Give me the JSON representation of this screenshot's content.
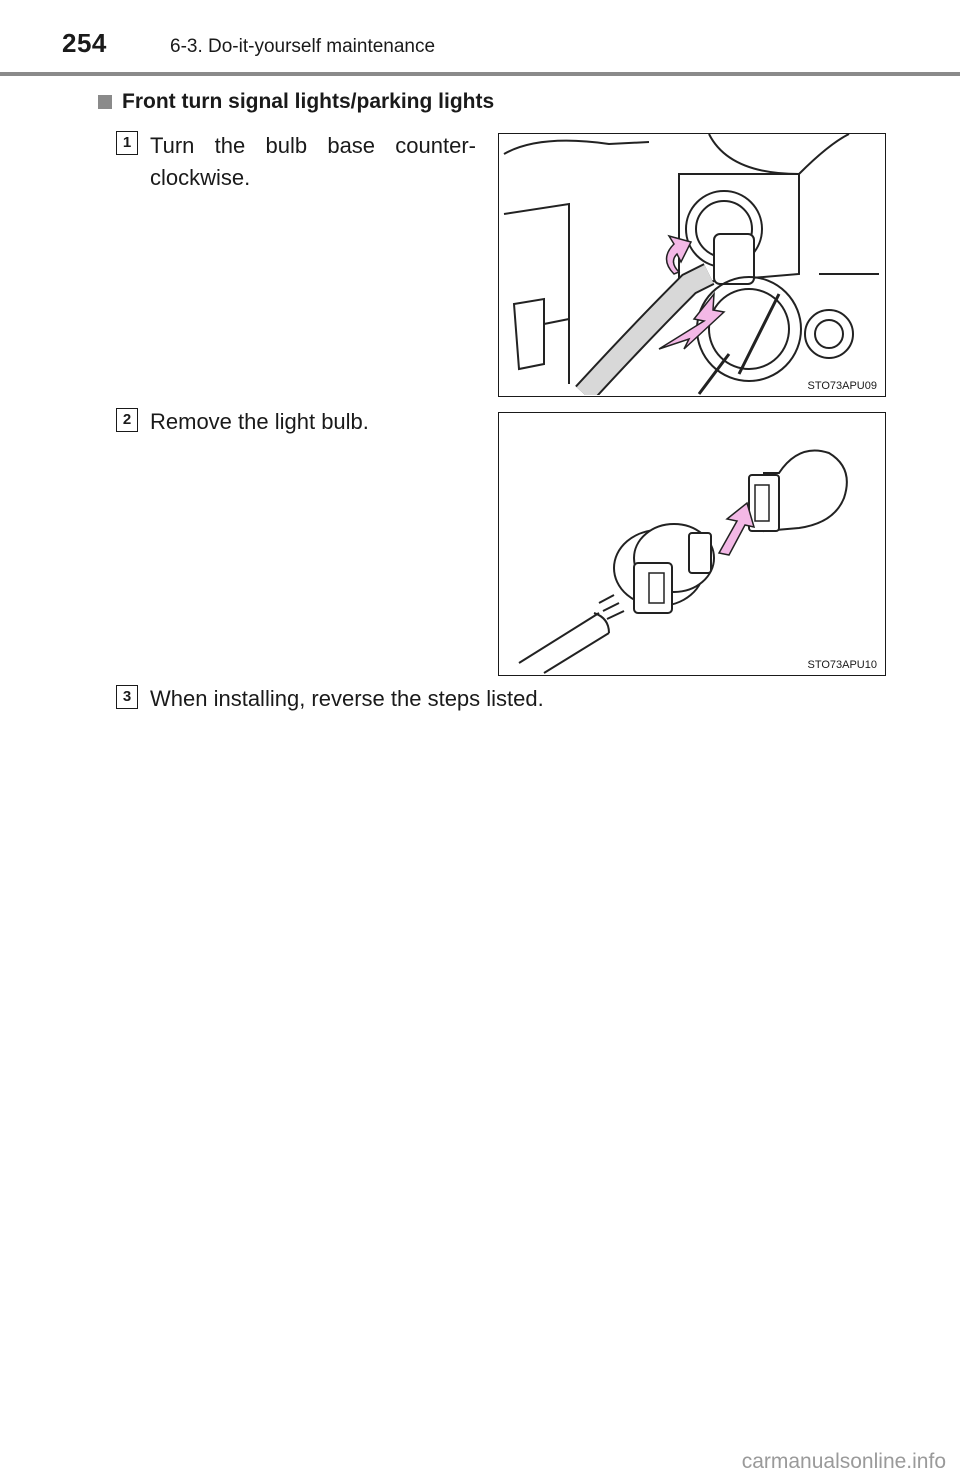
{
  "header": {
    "page_number": "254",
    "section": "6-3. Do-it-yourself maintenance"
  },
  "heading": "Front turn signal lights/parking lights",
  "steps": [
    {
      "number": "1",
      "text_line1": "Turn the bulb base counter-",
      "text_line2": "clockwise.",
      "figure_code": "STO73APU09"
    },
    {
      "number": "2",
      "text": "Remove the light bulb.",
      "figure_code": "STO73APU10"
    },
    {
      "number": "3",
      "text": "When installing, reverse the steps listed."
    }
  ],
  "watermark": "carmanualsonline.info",
  "colors": {
    "arrow": "#f3b8e6",
    "rule": "#8a8a8a"
  }
}
